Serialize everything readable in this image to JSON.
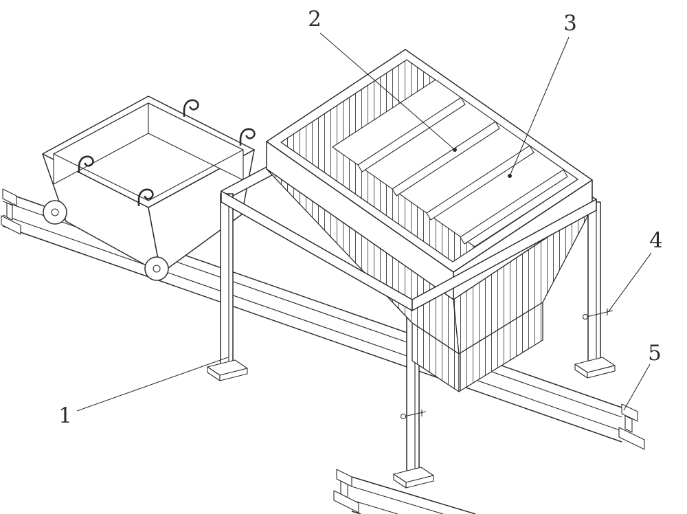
{
  "figure": {
    "colors": {
      "background": "#ffffff",
      "ink": "#2b2b2b",
      "hatch": "#4f4f4f"
    },
    "callouts": [
      {
        "label": "1"
      },
      {
        "label": "2"
      },
      {
        "label": "3"
      },
      {
        "label": "4"
      },
      {
        "label": "5"
      }
    ]
  }
}
